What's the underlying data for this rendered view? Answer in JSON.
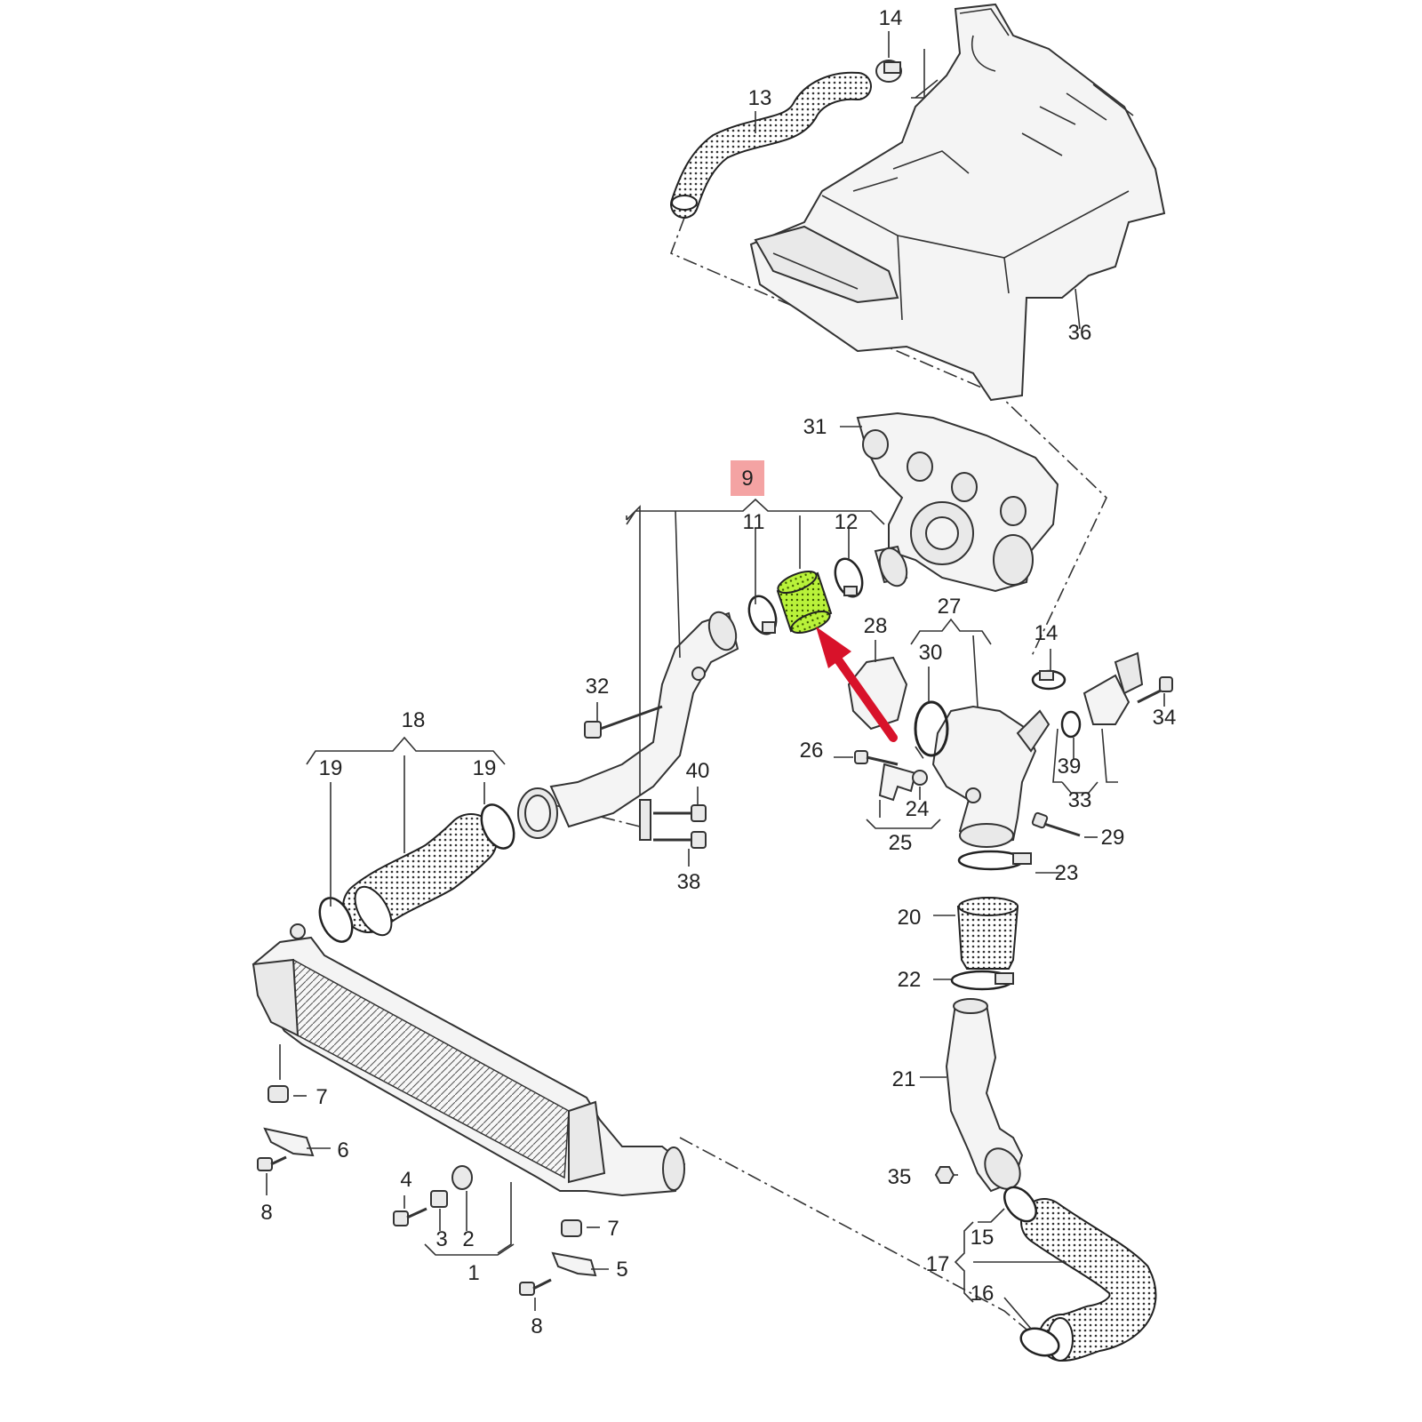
{
  "colors": {
    "highlight_box": "#f4a3a3",
    "highlight_part": "#b9f23a",
    "arrow": "#d8122a",
    "line": "#333333"
  },
  "callouts": {
    "c1": "1",
    "c2": "2",
    "c3": "3",
    "c4": "4",
    "c5": "5",
    "c6": "6",
    "c7a": "7",
    "c7b": "7",
    "c8a": "8",
    "c8b": "8",
    "c9": "9",
    "c11": "11",
    "c12": "12",
    "c13": "13",
    "c14a": "14",
    "c14b": "14",
    "c15": "15",
    "c16": "16",
    "c17": "17",
    "c18": "18",
    "c19a": "19",
    "c19b": "19",
    "c20": "20",
    "c21": "21",
    "c22": "22",
    "c23": "23",
    "c24": "24",
    "c25": "25",
    "c26": "26",
    "c27": "27",
    "c28": "28",
    "c29": "29",
    "c30": "30",
    "c31": "31",
    "c32": "32",
    "c33": "33",
    "c34": "34",
    "c35": "35",
    "c36": "36",
    "c38": "38",
    "c39": "39",
    "c40": "40"
  }
}
